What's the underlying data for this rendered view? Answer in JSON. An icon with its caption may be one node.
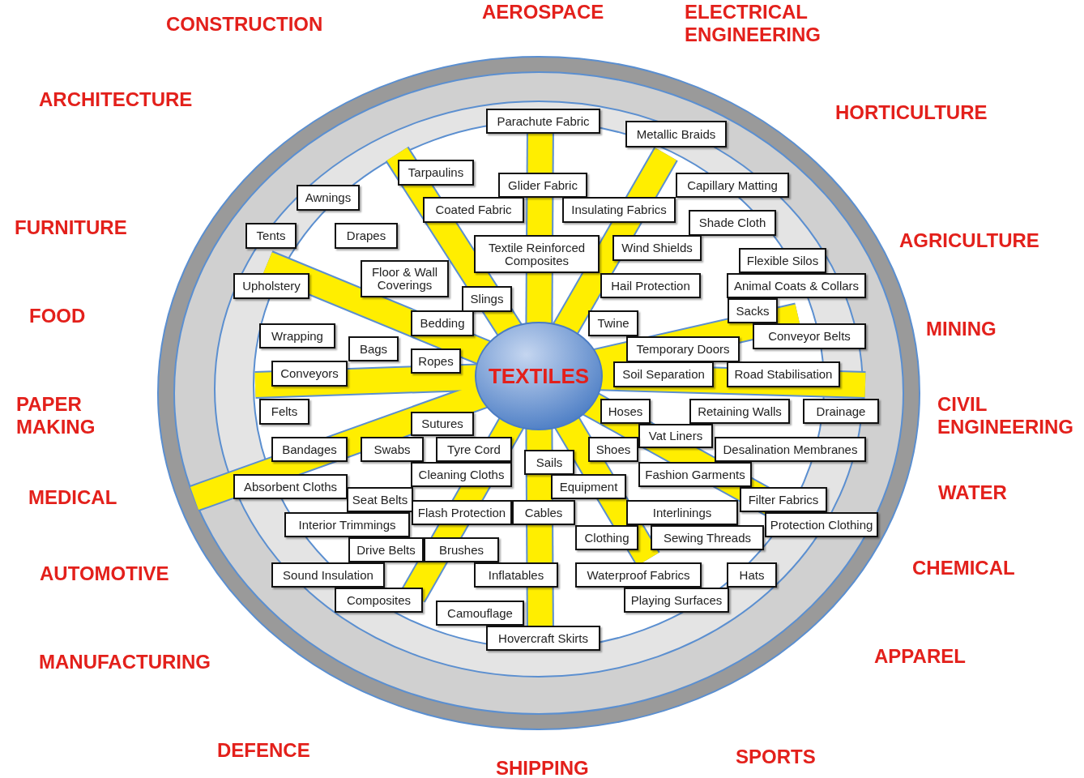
{
  "diagram": {
    "nodes": [
      {
        "text": [
          "TEXTILES"
        ]
      },
      {
        "text": [
          "Parachute Fabric"
        ]
      },
      {
        "text": [
          "Metallic Braids"
        ]
      },
      {
        "text": [
          "Tarpaulins"
        ]
      },
      {
        "text": [
          "Glider Fabric"
        ]
      },
      {
        "text": [
          "Capillary Matting"
        ]
      },
      {
        "text": [
          "Awnings"
        ]
      },
      {
        "text": [
          "Coated Fabric"
        ]
      },
      {
        "text": [
          "Insulating Fabrics"
        ]
      },
      {
        "text": [
          "Shade Cloth"
        ]
      },
      {
        "text": [
          "Tents"
        ]
      },
      {
        "text": [
          "Drapes"
        ]
      },
      {
        "text": [
          "Textile Reinforced Composites"
        ]
      },
      {
        "text": [
          "Wind Shields"
        ]
      },
      {
        "text": [
          "Floor & Wall Coverings"
        ]
      },
      {
        "text": [
          "Flexible Silos"
        ]
      },
      {
        "text": [
          "Upholstery"
        ]
      },
      {
        "text": [
          "Hail Protection"
        ]
      },
      {
        "text": [
          "Animal Coats & Collars"
        ]
      },
      {
        "text": [
          "Slings"
        ]
      },
      {
        "text": [
          "Sacks"
        ]
      },
      {
        "text": [
          "Bedding"
        ]
      },
      {
        "text": [
          "Twine"
        ]
      },
      {
        "text": [
          "Wrapping"
        ]
      },
      {
        "text": [
          "Conveyor Belts"
        ]
      },
      {
        "text": [
          "Bags"
        ]
      },
      {
        "text": [
          "Ropes"
        ]
      },
      {
        "text": [
          "Temporary Doors"
        ]
      },
      {
        "text": [
          "Conveyors"
        ]
      },
      {
        "text": [
          "Soil Separation"
        ]
      },
      {
        "text": [
          "Road Stabilisation"
        ]
      },
      {
        "text": [
          "Felts"
        ]
      },
      {
        "text": [
          "Hoses"
        ]
      },
      {
        "text": [
          "Retaining Walls"
        ]
      },
      {
        "text": [
          "Drainage"
        ]
      },
      {
        "text": [
          "Sutures"
        ]
      },
      {
        "text": [
          "Vat Liners"
        ]
      },
      {
        "text": [
          "Bandages"
        ]
      },
      {
        "text": [
          "Swabs"
        ]
      },
      {
        "text": [
          "Tyre Cord"
        ]
      },
      {
        "text": [
          "Shoes"
        ]
      },
      {
        "text": [
          "Desalination Membranes"
        ]
      },
      {
        "text": [
          "Sails"
        ]
      },
      {
        "text": [
          "Cleaning Cloths"
        ]
      },
      {
        "text": [
          "Fashion Garments"
        ]
      },
      {
        "text": [
          "Absorbent Cloths"
        ]
      },
      {
        "text": [
          "Equipment"
        ]
      },
      {
        "text": [
          "Seat Belts"
        ]
      },
      {
        "text": [
          "Filter Fabrics"
        ]
      },
      {
        "text": [
          "Flash Protection"
        ]
      },
      {
        "text": [
          "Cables"
        ]
      },
      {
        "text": [
          "Interlinings"
        ]
      },
      {
        "text": [
          "Protection Clothing"
        ]
      },
      {
        "text": [
          "Interior Trimmings"
        ]
      },
      {
        "text": [
          "Clothing"
        ]
      },
      {
        "text": [
          "Sewing Threads"
        ]
      },
      {
        "text": [
          "Drive Belts"
        ]
      },
      {
        "text": [
          "Brushes"
        ]
      },
      {
        "text": [
          "Sound Insulation"
        ]
      },
      {
        "text": [
          "Inflatables"
        ]
      },
      {
        "text": [
          "Waterproof Fabrics"
        ]
      },
      {
        "text": [
          "Hats"
        ]
      },
      {
        "text": [
          "Composites"
        ]
      },
      {
        "text": [
          "Playing Surfaces"
        ]
      },
      {
        "text": [
          "Camouflage"
        ]
      },
      {
        "text": [
          "Hovercraft Skirts"
        ]
      }
    ],
    "labels": [
      "CONSTRUCTION",
      "AEROSPACE",
      "ELECTRICAL ENGINEERING",
      "ARCHITECTURE",
      "HORTICULTURE",
      "FURNITURE",
      "AGRICULTURE",
      "FOOD",
      "MINING",
      "PAPER MAKING",
      "CIVIL ENGINEERING",
      "MEDICAL",
      "WATER",
      "AUTOMOTIVE",
      "CHEMICAL",
      "MANUFACTURING",
      "APPAREL",
      "DEFENCE",
      "SPORTS",
      "SHIPPING"
    ]
  }
}
